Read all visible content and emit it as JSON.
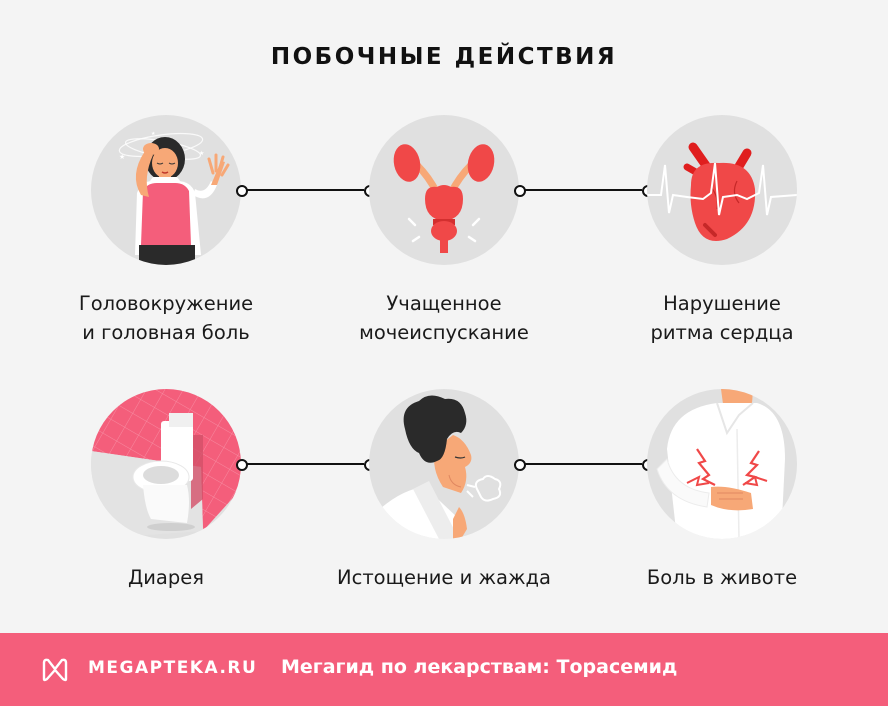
{
  "header": {
    "title": "ПОБОЧНЫЕ ДЕЙСТВИЯ"
  },
  "items": [
    {
      "label_line1": "Головокружение",
      "label_line2": "и головная боль",
      "icon": "dizzy-woman-illustration"
    },
    {
      "label_line1": "Учащенное",
      "label_line2": "мочеиспускание",
      "icon": "kidneys-bladder-illustration"
    },
    {
      "label_line1": "Нарушение",
      "label_line2": "ритма сердца",
      "icon": "heart-ecg-illustration"
    },
    {
      "label_line1": "Диарея",
      "label_line2": "",
      "icon": "toilet-illustration"
    },
    {
      "label_line1": "Истощение и жажда",
      "label_line2": "",
      "icon": "exhausted-man-illustration"
    },
    {
      "label_line1": "Боль в животе",
      "label_line2": "",
      "icon": "stomach-pain-illustration"
    }
  ],
  "footer": {
    "brand": "MEGAPTEKA.RU",
    "tagline": "Мегагид по лекарствам: Торасемид",
    "logo_icon": "megapteka-logo-icon"
  },
  "colors": {
    "background": "#f4f4f4",
    "circle": "#e0e0e0",
    "accent_pink": "#f45e7b",
    "organ_red": "#f04848",
    "text": "#1a1a1a"
  }
}
